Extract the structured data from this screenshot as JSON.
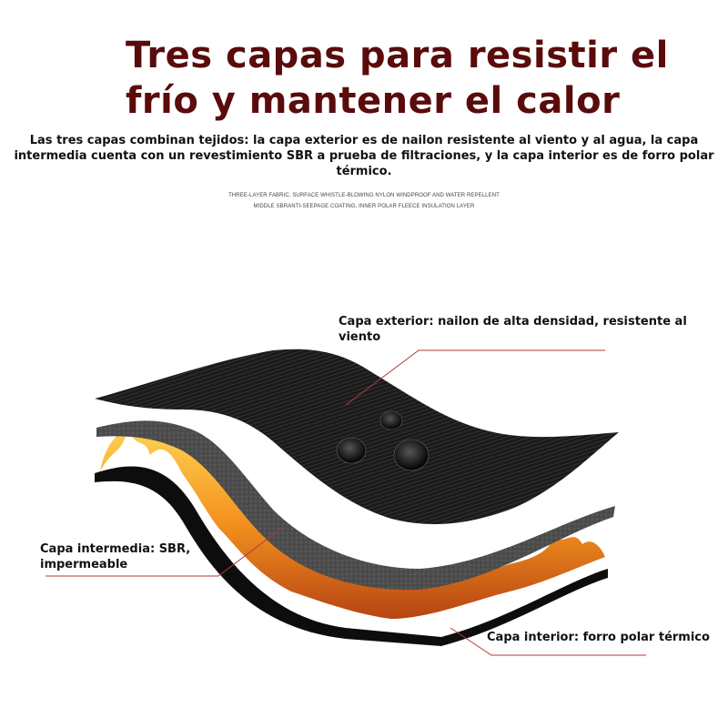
{
  "title": {
    "line1": "Tres capas para resistir el",
    "line2": "frío y mantener el calor"
  },
  "description": "Las tres capas combinan tejidos: la capa exterior es de nailon resistente al viento y al agua, la capa intermedia cuenta con un revestimiento SBR a prueba de filtraciones, y la capa interior es de forro polar térmico.",
  "subtitle_en": {
    "line1": "THREE-LAYER FABRIC, SURFACE WHISTLE-BLOWING NYLON WINDPROOF AND WATER REPELLENT",
    "line2": "MIDDLE SBRANTI-SEEPAGE COATING, INNER POLAR FLEECE INSULATION LAYER"
  },
  "callouts": {
    "outer": "Capa exterior: nailon de alta densidad, resistente al viento",
    "middle": "Capa intermedia: SBR, impermeable",
    "inner": "Capa interior: forro polar térmico"
  },
  "colors": {
    "title": "#5a0b0b",
    "callout_line": "#b23a3a",
    "outer_layer": "#1c1c1c",
    "middle_layer": "#4a4a4a",
    "flame": "#f08a12"
  }
}
